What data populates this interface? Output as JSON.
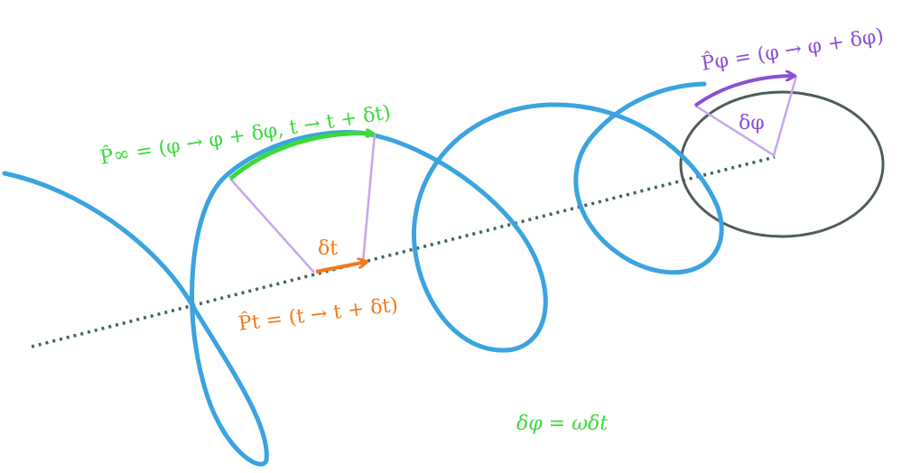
{
  "labels": {
    "p_inf": "P̂∞ = (φ → φ + δφ, t → t + δt)",
    "p_phi": "P̂φ = (φ → φ + δφ)",
    "p_t": "P̂t = (t → t + δt)",
    "delta_t": "δt",
    "delta_phi": "δφ",
    "relation": "δφ = ωδt"
  },
  "colors": {
    "helix": "#3ba3e0",
    "green": "#3cd93a",
    "purple": "#8a4fd6",
    "purple_light": "#c6a8ea",
    "orange": "#f07a1c",
    "circle": "#4f5d5a",
    "axis": "#3f6165"
  }
}
